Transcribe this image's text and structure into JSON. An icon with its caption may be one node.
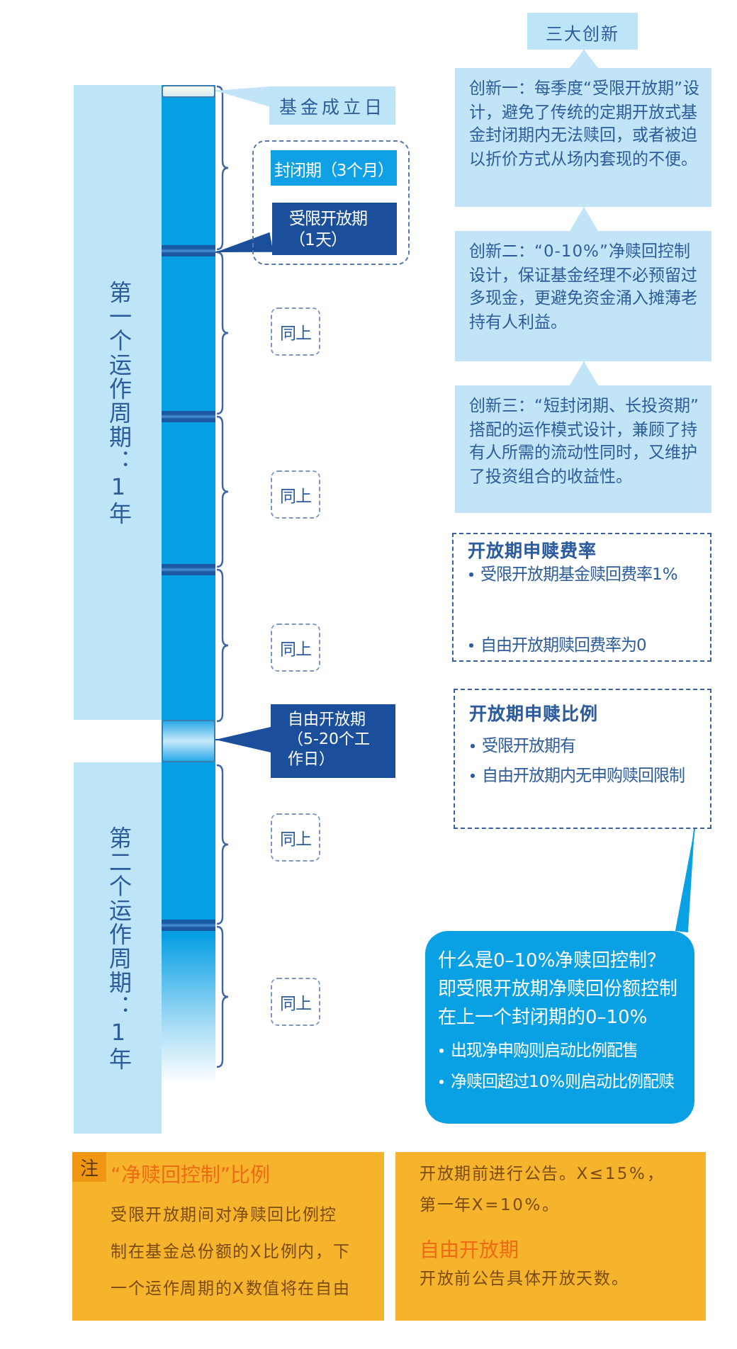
{
  "diagram": {
    "nodes": [
      {
        "text": [
          "第一个运作周期：1年"
        ]
      },
      {
        "text": [
          "第二个运作周期：1年"
        ]
      },
      {
        "text": [],
        "shape": "bar"
      },
      {
        "text": [],
        "shape": "box",
        "in": 2
      },
      {
        "text": [],
        "shape": "box",
        "in": 2
      },
      {
        "text": [
          "基金成立日"
        ]
      },
      {
        "text": [],
        "shape": "box"
      },
      {
        "text": [
          "封闭期（3个月）"
        ],
        "in": 6
      },
      {
        "text": [
          "受限开放期（1天）"
        ],
        "in": 6
      },
      {
        "text": [
          "同上"
        ]
      },
      {
        "text": [
          "同上"
        ]
      },
      {
        "text": [
          "同上"
        ]
      },
      {
        "text": [
          "自由开放期（5-20个工作日）"
        ]
      },
      {
        "text": [
          "同上"
        ]
      },
      {
        "text": [
          "同上"
        ]
      },
      {
        "text": [
          "三大创新"
        ]
      },
      {
        "text": [
          "创新一：每季度“受限开放期”设计，避免了传统的定期开放式基金封闭期内无法赎回，或者被迫以折价方式从场内套现的不便。"
        ]
      },
      {
        "text": [
          "创新二：“0-10%”净赎回控制设计，保证基金经理不必预留过多现金，更避免资金涌入摊薄老持有人利益。"
        ]
      },
      {
        "text": [
          "创新三：“短封闭期、长投资期”搭配的运作模式设计，兼顾了持有人所需的流动性同时，又维护了投资组合的收益性。"
        ]
      },
      {
        "text": [
          "开放期申赎费率",
          "受限开放期基金赎回费率1%",
          "自由开放期赎回费率为0"
        ]
      },
      {
        "text": [
          "开放期申赎比例",
          "受限开放期有",
          "自由开放期内无申购赎回限制"
        ]
      },
      {
        "text": [
          "什么是0–10%净赎回控制？",
          "即受限开放期净赎回份额控制在上一个封闭期的0–10%",
          "出现净申购则启动比例配售",
          "净赎回超过10%则启动比例配赎"
        ]
      },
      {
        "text": [
          "“净赎回控制”比例",
          "受限开放期间对净赎回比例控制在基金总份额的X比例内，下一个运作周期的X数值将在自由"
        ]
      },
      {
        "text": [
          "注"
        ],
        "in": 22
      },
      {
        "text": [
          "开放期前进行公告。X≤15%，第一年X=10%。",
          "自由开放期",
          "开放前公告具体开放天数。"
        ]
      }
    ],
    "edges": [
      {
        "from": 5,
        "to": 3,
        "arrow": "to"
      },
      {
        "from": 8,
        "to": 2,
        "arrow": "to",
        "color": "#1b4f9c"
      },
      {
        "from": 12,
        "to": 4,
        "arrow": "to",
        "color": "#1b4f9c"
      },
      {
        "from": 16,
        "to": 15,
        "arrow": "to"
      },
      {
        "from": 17,
        "to": 16,
        "arrow": "to"
      },
      {
        "from": 18,
        "to": 17,
        "arrow": "to"
      },
      {
        "from": 21,
        "to": 20,
        "arrow": "to",
        "color": "#0aa0e4"
      }
    ]
  }
}
